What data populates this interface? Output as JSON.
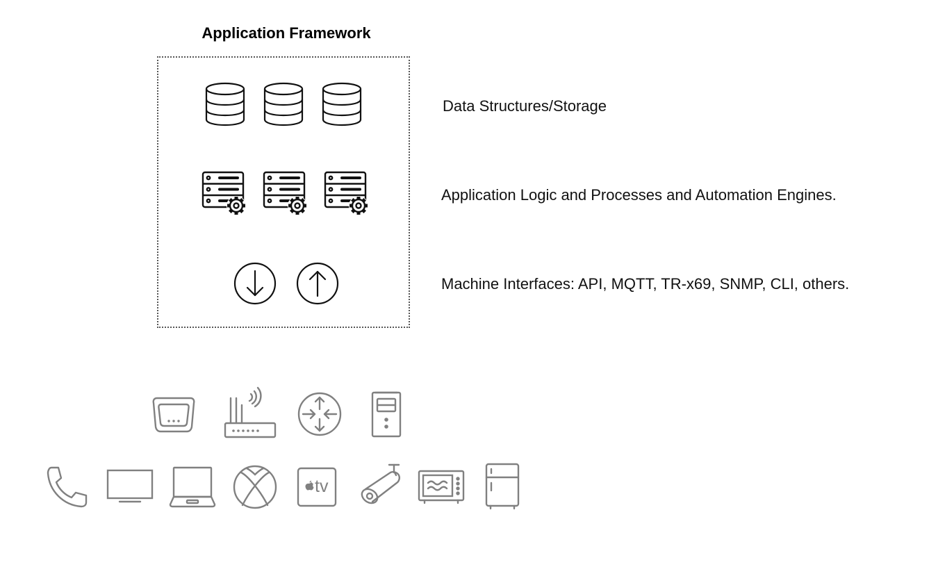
{
  "diagram": {
    "title": "Application Framework",
    "layers": [
      {
        "id": "storage",
        "label": "Data Structures/Storage",
        "icons": [
          "database-icon",
          "database-icon",
          "database-icon"
        ]
      },
      {
        "id": "logic",
        "label": "Application Logic and Processes and Automation Engines.",
        "icons": [
          "server-gear-icon",
          "server-gear-icon",
          "server-gear-icon"
        ]
      },
      {
        "id": "interfaces",
        "label": "Machine Interfaces: API, MQTT, TR-x69, SNMP, CLI, others.",
        "icons": [
          "arrow-down-circle-icon",
          "arrow-up-circle-icon"
        ]
      }
    ],
    "network_devices": [
      "gateway-modem-icon",
      "wifi-router-icon",
      "router-icon",
      "server-tower-icon"
    ],
    "endpoint_devices": [
      "phone-icon",
      "tv-monitor-icon",
      "laptop-icon",
      "xbox-icon",
      "apple-tv-icon",
      "security-camera-icon",
      "microwave-icon",
      "refrigerator-icon"
    ],
    "apple_tv_text": "tv",
    "colors": {
      "framework": "#111111",
      "devices": "#808080",
      "border": "#555555"
    }
  }
}
